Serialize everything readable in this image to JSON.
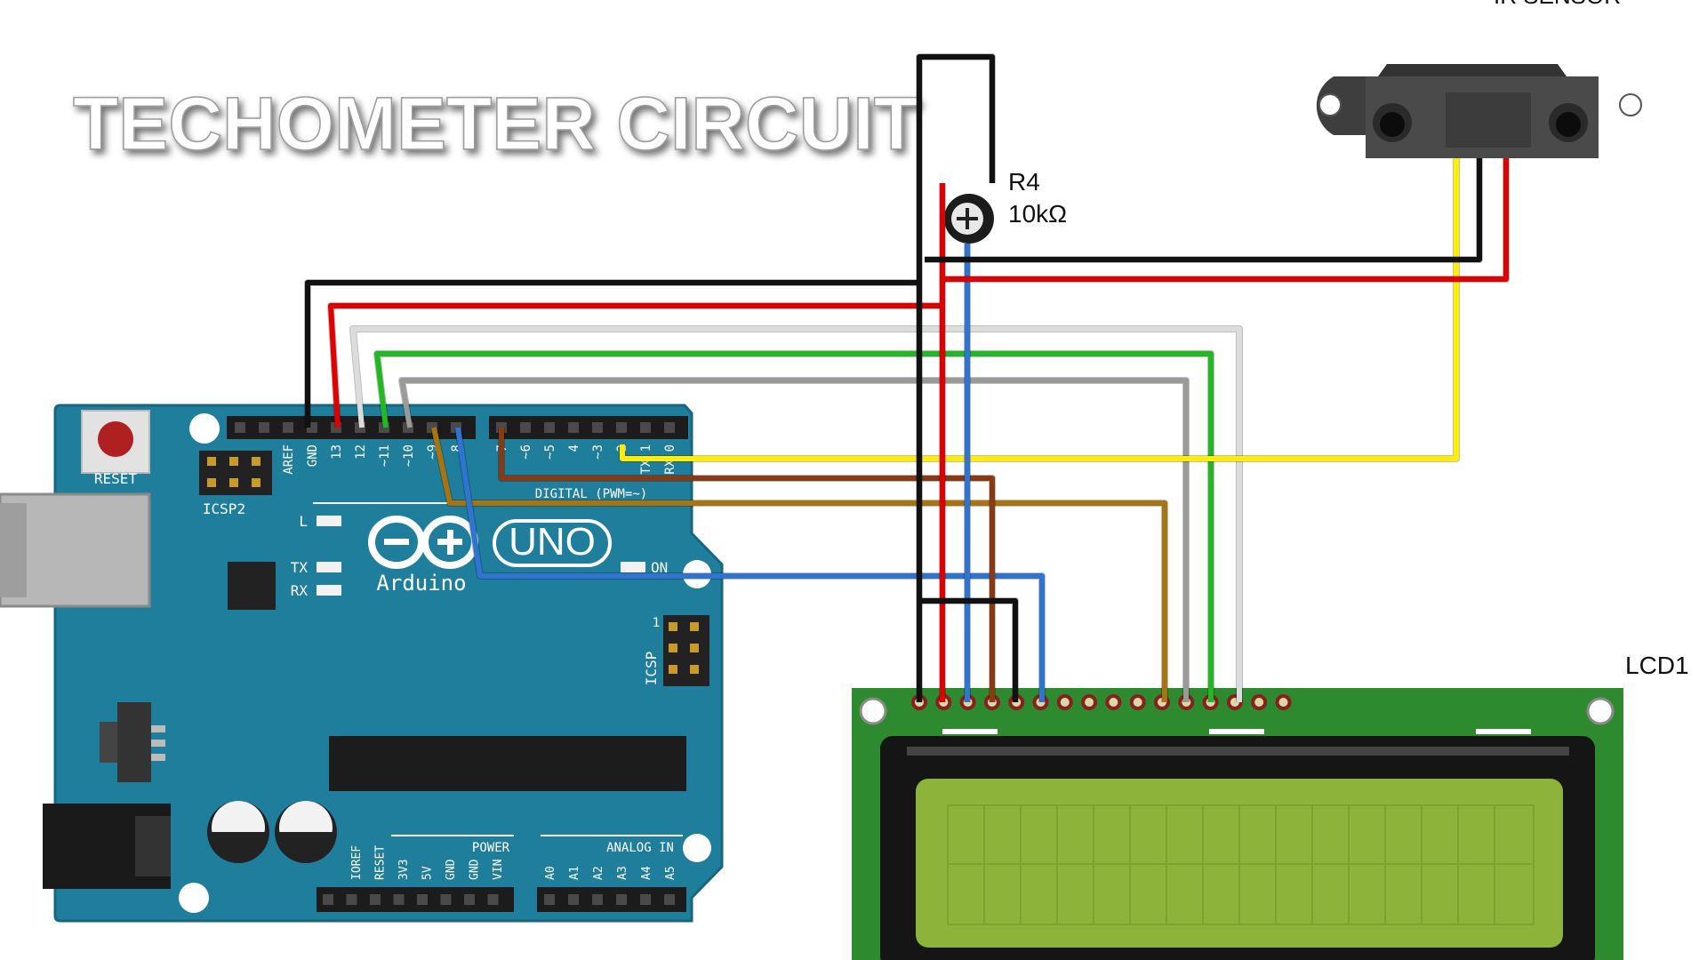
{
  "title": "TECHOMETER CIRCUIT",
  "sensor": {
    "label": "IR SENSOR"
  },
  "pot": {
    "ref": "R4",
    "value": "10kΩ"
  },
  "lcd": {
    "label": "LCD1"
  },
  "arduino": {
    "brand": "Arduino",
    "model": "UNO",
    "reset": "RESET",
    "icsp2": "ICSP2",
    "icsp": "ICSP",
    "icsp_pin": "1",
    "led_l": "L",
    "led_tx": "TX",
    "led_rx": "RX",
    "led_on": "ON",
    "digital_header": "DIGITAL (PWM=~)",
    "power_header": "POWER",
    "analog_header": "ANALOG IN",
    "top_pins_left": [
      "AREF",
      "GND",
      "13",
      "12",
      "~11",
      "~10",
      "~9",
      "8"
    ],
    "top_pins_right": [
      "7",
      "~6",
      "~5",
      "4",
      "~3",
      "2",
      "TX 1",
      "RX 0"
    ],
    "power_pins": [
      "IOREF",
      "RESET",
      "3V3",
      "5V",
      "GND",
      "GND",
      "VIN"
    ],
    "analog_pins": [
      "A0",
      "A1",
      "A2",
      "A3",
      "A4",
      "A5"
    ]
  },
  "colors": {
    "board": "#1f7e9c",
    "lcd_pcb": "#2e8a2e",
    "lcd_screen": "#8db33a",
    "wire_black": "#111111",
    "wire_red": "#e00000",
    "wire_blue": "#2f74d0",
    "wire_green": "#22b822",
    "wire_gray": "#9a9a9a",
    "wire_white": "#dcdcdc",
    "wire_yellow": "#ffee00",
    "wire_brown": "#8a3a12",
    "wire_tan": "#a8740f"
  }
}
